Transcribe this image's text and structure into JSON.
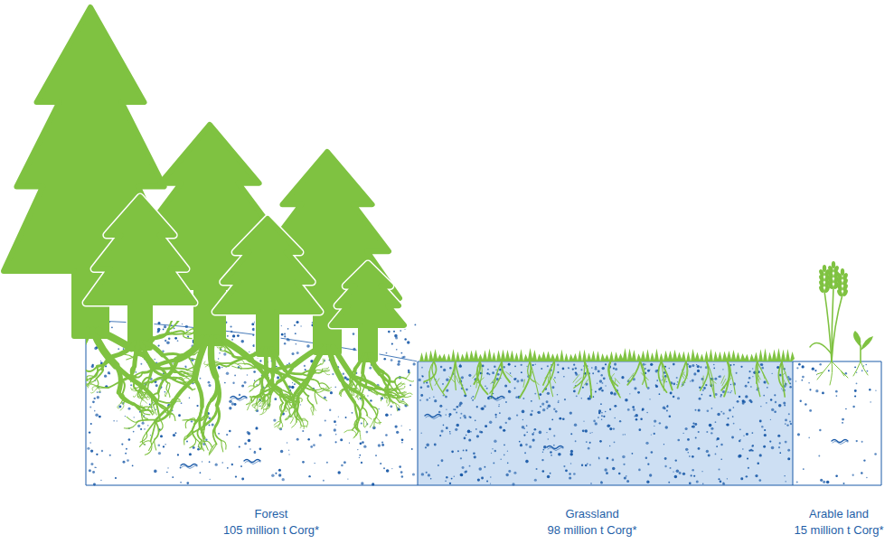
{
  "diagram": {
    "nodes": [
      {
        "text": [
          "Forest",
          "105 million t Corg*"
        ]
      },
      {
        "text": [
          "Grassland",
          "98 million t Corg*"
        ]
      },
      {
        "text": [
          "Arable land",
          "15 million t Corg*"
        ]
      }
    ]
  }
}
